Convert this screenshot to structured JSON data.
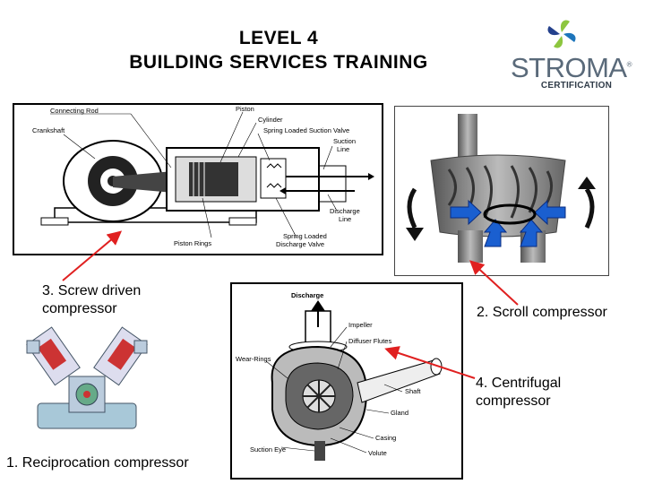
{
  "header": {
    "line1": "LEVEL 4",
    "line2": "BUILDING SERVICES TRAINING"
  },
  "logo": {
    "word": "STROMA",
    "trademark": "®",
    "sub": "CERTIFICATION",
    "colors": {
      "green": "#8dc63f",
      "blue": "#1d75bb",
      "navy": "#24418c",
      "text": "#5a6a7a"
    }
  },
  "labels": {
    "screw": [
      "3. Screw driven",
      "compressor"
    ],
    "scroll": "2. Scroll compressor",
    "centrifugal": [
      "4. Centrifugal",
      "compressor"
    ],
    "reciprocation": "1. Reciprocation compressor"
  },
  "reciprocating_diagram": {
    "parts": {
      "connecting_rod": "Connecting Rod",
      "piston": "Piston",
      "cylinder": "Cylinder",
      "spring_suction_valve": "Spring Loaded Suction Valve",
      "crankshaft": "Crankshaft",
      "suction_line_1": "Suction",
      "suction_line_2": "Line",
      "discharge_line_1": "Discharge",
      "discharge_line_2": "Line",
      "piston_rings": "Piston Rings",
      "spring_discharge_valve_1": "Spring Loaded",
      "spring_discharge_valve_2": "Discharge Valve"
    }
  },
  "centrifugal_diagram": {
    "parts": {
      "discharge": "Discharge",
      "impeller": "Impeller",
      "diffuser_flutes": "Diffuser Flutes",
      "wear_rings": "Wear-Rings",
      "shaft": "Shaft",
      "gland": "Gland",
      "casing": "Casing",
      "suction_eye": "Suction Eye",
      "volute": "Volute"
    }
  },
  "arrow_color": "#e02020"
}
